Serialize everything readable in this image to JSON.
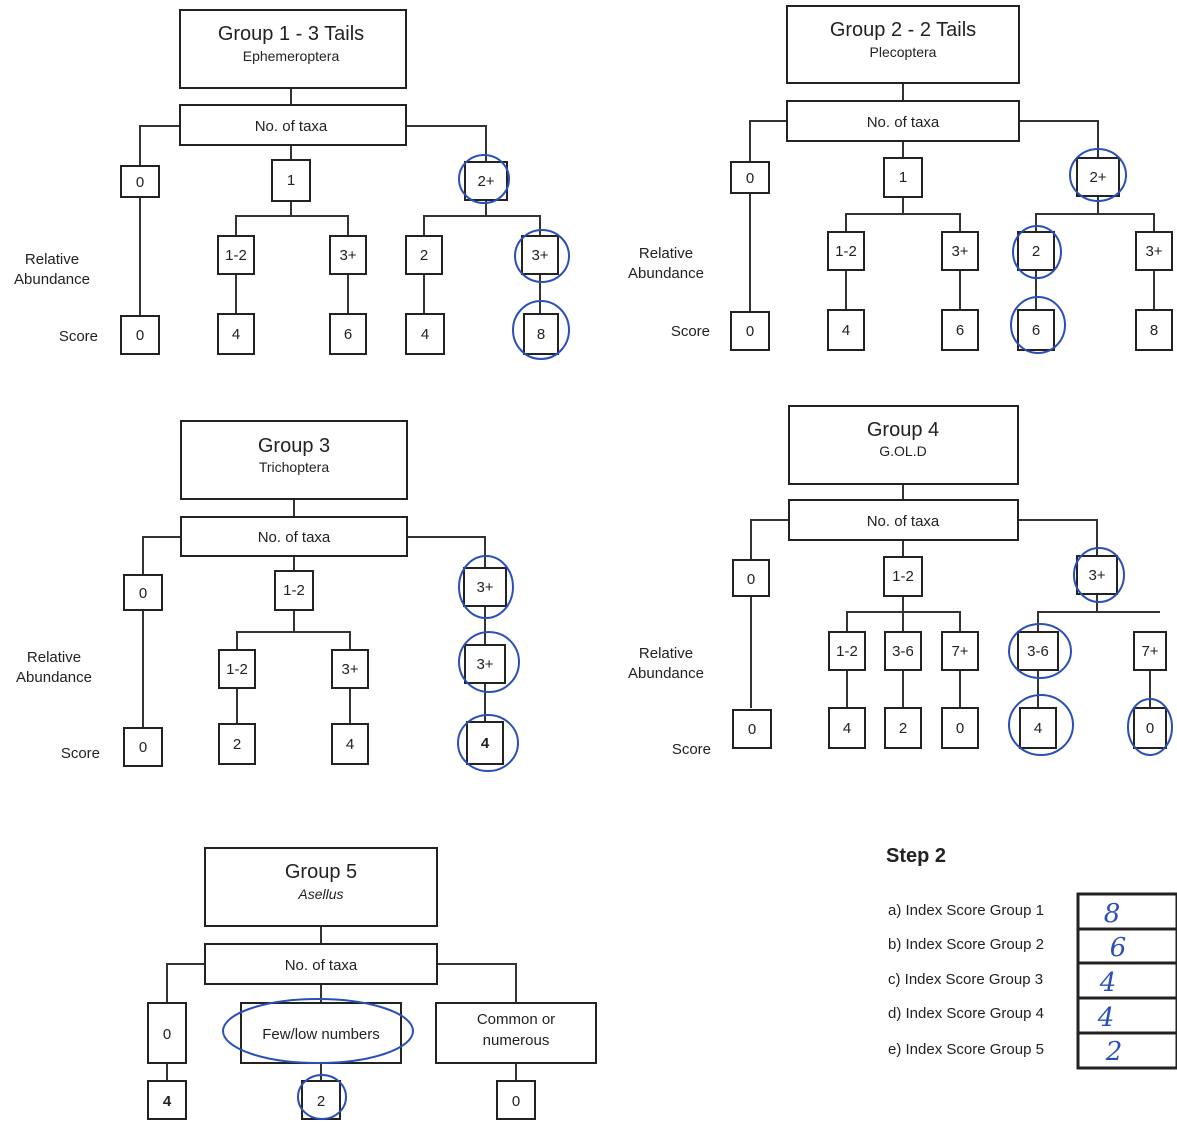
{
  "groups": [
    {
      "title": "Group 1 - 3 Tails",
      "subtitle": "Ephemeroptera",
      "taxa_label": "No. of taxa",
      "row_labels": {
        "relative_abundance": [
          "Relative",
          "Abundance"
        ],
        "score": "Score"
      },
      "taxa_values": [
        "0",
        "1",
        "2+"
      ],
      "abundance_values": [
        "1-2",
        "3+",
        "2",
        "3+"
      ],
      "score_values": [
        "0",
        "4",
        "6",
        "4",
        "8"
      ]
    },
    {
      "title": "Group 2 - 2 Tails",
      "subtitle": "Plecoptera",
      "taxa_label": "No. of taxa",
      "row_labels": {
        "relative_abundance": [
          "Relative",
          "Abundance"
        ],
        "score": "Score"
      },
      "taxa_values": [
        "0",
        "1",
        "2+"
      ],
      "abundance_values": [
        "1-2",
        "3+",
        "2",
        "3+"
      ],
      "score_values": [
        "0",
        "4",
        "6",
        "6",
        "8"
      ]
    },
    {
      "title": "Group 3",
      "subtitle": "Trichoptera",
      "taxa_label": "No. of taxa",
      "row_labels": {
        "relative_abundance": [
          "Relative",
          "Abundance"
        ],
        "score": "Score"
      },
      "taxa_values": [
        "0",
        "1-2",
        "3+"
      ],
      "abundance_values": [
        "1-2",
        "3+",
        "3+"
      ],
      "score_values": [
        "0",
        "2",
        "4",
        "4"
      ]
    },
    {
      "title": "Group 4",
      "subtitle": "G.OL.D",
      "taxa_label": "No. of taxa",
      "row_labels": {
        "relative_abundance": [
          "Relative",
          "Abundance"
        ],
        "score": "Score"
      },
      "taxa_values": [
        "0",
        "1-2",
        "3+"
      ],
      "abundance_values": [
        "1-2",
        "3-6",
        "7+",
        "3-6",
        "7+"
      ],
      "score_values": [
        "0",
        "4",
        "2",
        "0",
        "4",
        "0"
      ]
    },
    {
      "title": "Group 5",
      "subtitle": "Asellus",
      "taxa_label": "No. of taxa",
      "options": [
        "0",
        "Few/low numbers",
        "Common or numerous"
      ],
      "common_lines": [
        "Common or",
        "numerous"
      ],
      "score_values": [
        "4",
        "2",
        "0"
      ]
    }
  ],
  "step2": {
    "title": "Step 2",
    "rows": [
      {
        "label": "a) Index Score Group 1",
        "value": "8"
      },
      {
        "label": "b) Index Score Group 2",
        "value": "6"
      },
      {
        "label": "c) Index Score Group 3",
        "value": "4"
      },
      {
        "label": "d) Index Score Group 4",
        "value": "4"
      },
      {
        "label": "e) Index Score Group 5",
        "value": "2"
      }
    ]
  },
  "colors": {
    "ink": "#2a4fb8",
    "line": "#333333"
  }
}
